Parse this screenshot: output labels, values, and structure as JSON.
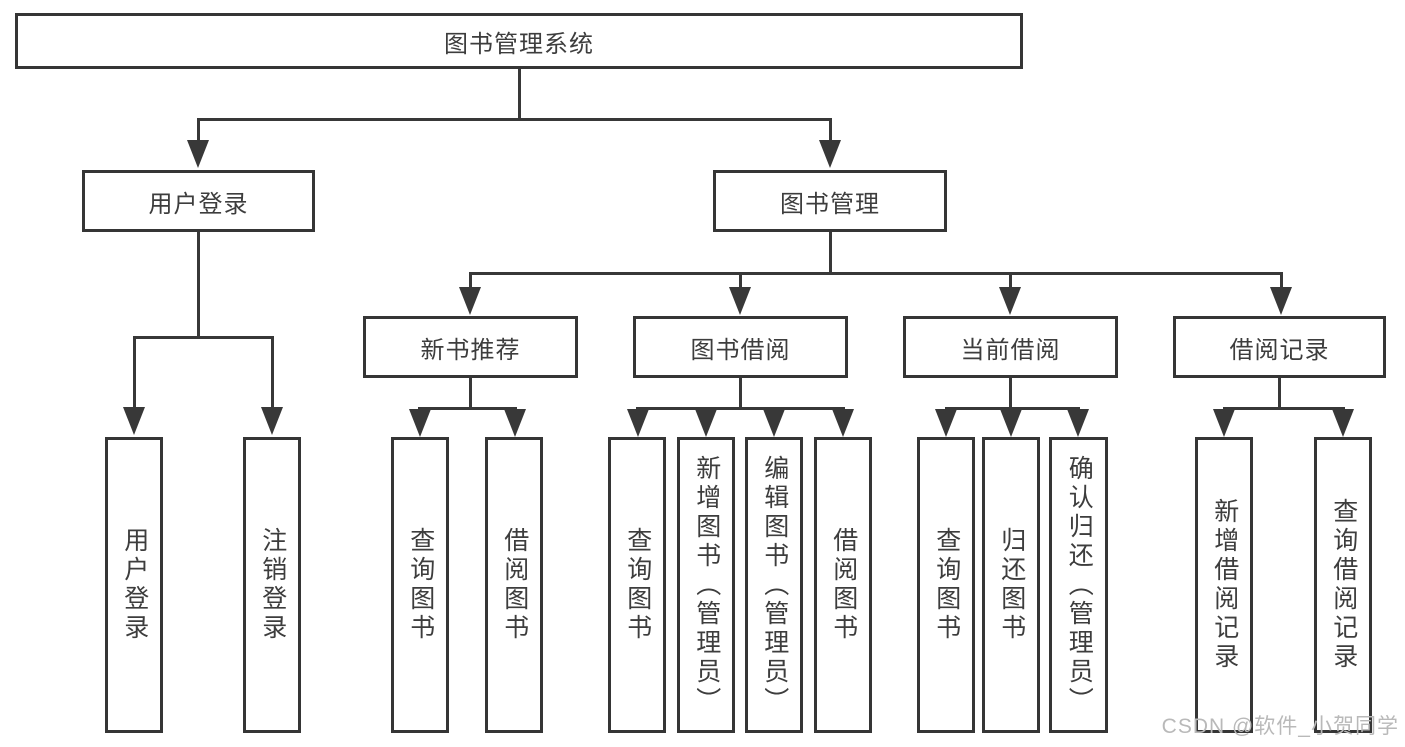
{
  "diagram": {
    "type": "hierarchy-tree",
    "root": {
      "label": "图书管理系统"
    },
    "level2": [
      {
        "id": "user-login",
        "label": "用户登录",
        "parent": "图书管理系统"
      },
      {
        "id": "book-management",
        "label": "图书管理",
        "parent": "图书管理系统"
      }
    ],
    "level3": [
      {
        "id": "new-book-recommend",
        "label": "新书推荐",
        "parent": "图书管理"
      },
      {
        "id": "book-borrow",
        "label": "图书借阅",
        "parent": "图书管理"
      },
      {
        "id": "current-borrow",
        "label": "当前借阅",
        "parent": "图书管理"
      },
      {
        "id": "borrow-records",
        "label": "借阅记录",
        "parent": "图书管理"
      }
    ],
    "leaves": [
      {
        "label": "用户登录",
        "parent": "用户登录"
      },
      {
        "label": "注销登录",
        "parent": "用户登录"
      },
      {
        "label": "查询图书",
        "parent": "新书推荐"
      },
      {
        "label": "借阅图书",
        "parent": "新书推荐"
      },
      {
        "label": "查询图书",
        "parent": "图书借阅"
      },
      {
        "label": "新增图书（管理员）",
        "parent": "图书借阅"
      },
      {
        "label": "编辑图书（管理员）",
        "parent": "图书借阅"
      },
      {
        "label": "借阅图书",
        "parent": "图书借阅"
      },
      {
        "label": "查询图书",
        "parent": "当前借阅"
      },
      {
        "label": "归还图书",
        "parent": "当前借阅"
      },
      {
        "label": "确认归还（管理员）",
        "parent": "当前借阅"
      },
      {
        "label": "新增借阅记录",
        "parent": "借阅记录"
      },
      {
        "label": "查询借阅记录",
        "parent": "借阅记录"
      }
    ]
  },
  "watermark": {
    "text": "CSDN @软件_小贺同学"
  },
  "colors": {
    "line": "#383838",
    "border": "#353535",
    "text": "#3d3d3d",
    "watermark": "#b9b9b9",
    "background": "#ffffff"
  }
}
